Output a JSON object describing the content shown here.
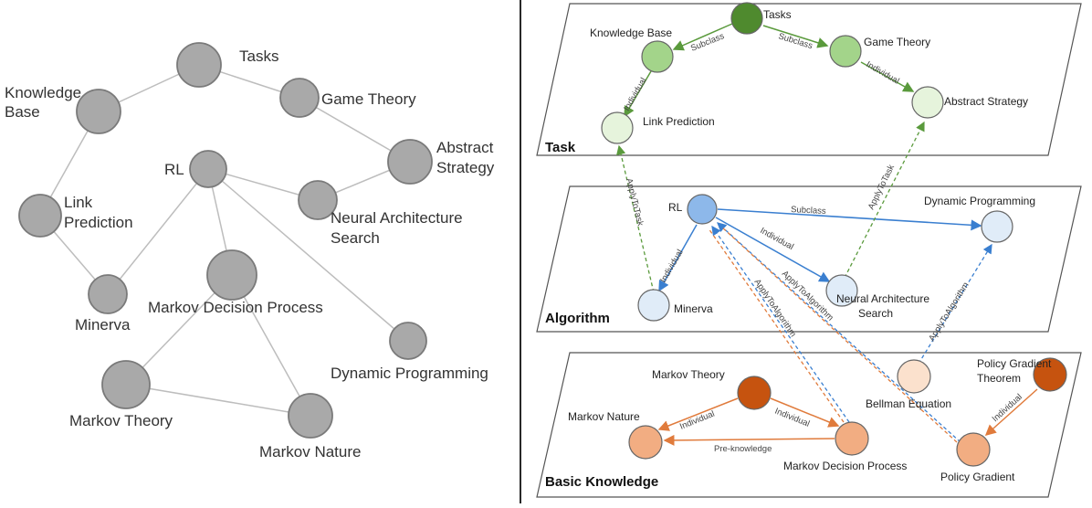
{
  "left_graph": {
    "nodes": [
      {
        "id": "tasks",
        "label": "Tasks"
      },
      {
        "id": "kb",
        "label_lines": [
          "Knowledge",
          "Base"
        ]
      },
      {
        "id": "gt",
        "label": "Game Theory"
      },
      {
        "id": "rl",
        "label": "RL"
      },
      {
        "id": "as",
        "label_lines": [
          "Abstract",
          "Strategy"
        ]
      },
      {
        "id": "nas",
        "label_lines": [
          "Neural Architecture",
          "Search"
        ]
      },
      {
        "id": "lp",
        "label_lines": [
          "Link",
          "Prediction"
        ]
      },
      {
        "id": "minerva",
        "label": "Minerva"
      },
      {
        "id": "mdp",
        "label": "Markov Decision Process"
      },
      {
        "id": "dp",
        "label": "Dynamic Programming"
      },
      {
        "id": "mt",
        "label": "Markov Theory"
      },
      {
        "id": "mn",
        "label": "Markov Nature"
      }
    ]
  },
  "right_graph": {
    "layers": [
      {
        "id": "task",
        "label": "Task"
      },
      {
        "id": "algorithm",
        "label": "Algorithm"
      },
      {
        "id": "basic",
        "label": "Basic Knowledge"
      }
    ],
    "nodes": [
      {
        "id": "tasks",
        "label": "Tasks",
        "color": "#4f8a2e"
      },
      {
        "id": "kb",
        "label": "Knowledge Base",
        "color": "#a3d48a"
      },
      {
        "id": "gt",
        "label": "Game Theory",
        "color": "#a3d48a"
      },
      {
        "id": "lp",
        "label": "Link Prediction",
        "color": "#e6f4dc"
      },
      {
        "id": "as",
        "label": "Abstract Strategy",
        "color": "#e6f4dc"
      },
      {
        "id": "rl",
        "label": "RL",
        "color": "#8db8ea"
      },
      {
        "id": "dp",
        "label": "Dynamic Programming",
        "color": "#e0ecf8"
      },
      {
        "id": "minerva",
        "label": "Minerva",
        "color": "#e0ecf8"
      },
      {
        "id": "nas",
        "label_lines": [
          "Neural Architecture",
          "Search"
        ],
        "color": "#e0ecf8"
      },
      {
        "id": "be",
        "label": "Bellman Equation",
        "color": "#fbe1cd"
      },
      {
        "id": "pgt",
        "label_lines": [
          "Policy Gradient",
          "Theorem"
        ],
        "color": "#c6530f"
      },
      {
        "id": "mt",
        "label": "Markov Theory",
        "color": "#c6530f"
      },
      {
        "id": "mn",
        "label": "Markov Nature",
        "color": "#f2ad82"
      },
      {
        "id": "mdp",
        "label": "Markov Decision Process",
        "color": "#f2ad82"
      },
      {
        "id": "pg",
        "label": "Policy Gradient",
        "color": "#f2ad82"
      }
    ],
    "edge_labels": {
      "kb_subclass": "Subclass",
      "gt_subclass": "Subclass",
      "lp_individual": "Individual",
      "as_individual": "Individual",
      "rl_dp_subclass": "Subclass",
      "rl_nas_individual": "Individual",
      "rl_minerva_individual": "Individual",
      "lp_apply": "ApplyToTask",
      "as_apply": "ApplyToTask",
      "mdp_apply": "ApplyToAlgorithm",
      "pg_apply": "ApplyToAlgorithm",
      "be_apply": "ApplyToAlgorithm",
      "mt_mn_individual": "Individual",
      "mt_mdp_individual": "Individual",
      "mdp_mn_pre": "Pre-knowledge",
      "pgt_pg_individual": "Individual"
    },
    "colors": {
      "task_edge": "#5a9a3c",
      "algo_edge": "#3a7fd0",
      "basic_edge": "#e07b3c"
    }
  }
}
